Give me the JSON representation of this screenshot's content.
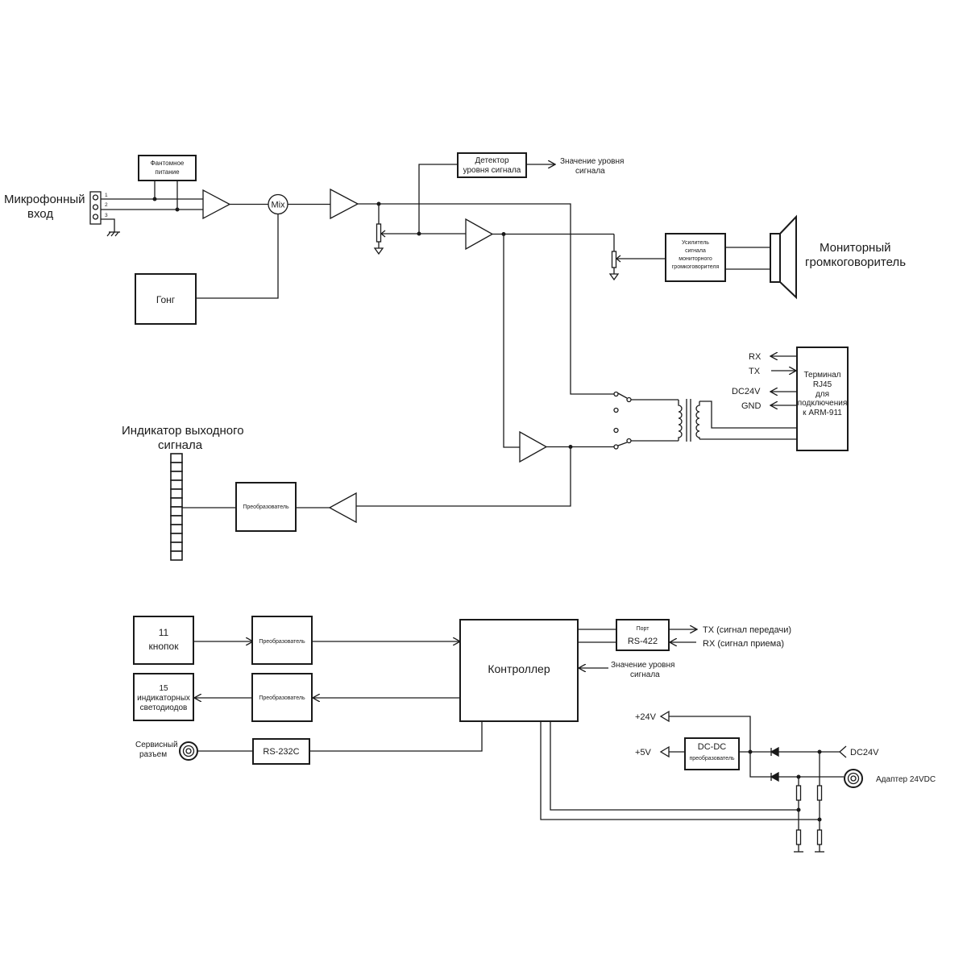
{
  "input": {
    "mic_label_1": "Микрофонный",
    "mic_label_2": "вход",
    "pin_1": "1",
    "pin_2": "2",
    "pin_3": "3",
    "phantom_1": "Фантомное",
    "phantom_2": "питание",
    "mix": "Mix",
    "gong": "Гонг"
  },
  "detector": {
    "line_1": "Детектор",
    "line_2": "уровня сигнала",
    "out_1": "Значение уровня",
    "out_2": "сигнала"
  },
  "monitor": {
    "amp_1": "Усилитель",
    "amp_2": "сигнала",
    "amp_3": "мониторного",
    "amp_4": "громкоговорителя",
    "speaker_1": "Мониторный",
    "speaker_2": "громкоговоритель"
  },
  "terminal": {
    "rx": "RX",
    "tx": "TX",
    "dc24v": "DC24V",
    "gnd": "GND",
    "line_1": "Терминал",
    "line_2": "RJ45",
    "line_3": "для",
    "line_4": "подключения",
    "line_5": "к ARM-911"
  },
  "indicator": {
    "title_1": "Индикатор выходного",
    "title_2": "сигнала",
    "converter": "Преобразователь"
  },
  "controller": {
    "title": "Контроллер",
    "buttons_1": "11",
    "buttons_2": "кнопок",
    "converter_in": "Преобразователь",
    "leds_1": "15",
    "leds_2": "индикаторных",
    "leds_3": "светодиодов",
    "converter_out": "Преобразователь",
    "service_1": "Сервисный",
    "service_2": "разъем",
    "rs232": "RS-232C",
    "port_1": "Порт",
    "port_2": "RS-422",
    "tx_out": "TX (сигнал передачи)",
    "rx_in": "RX (сигнал приема)",
    "level_1": "Значение уровня",
    "level_2": "сигнала"
  },
  "power": {
    "v24": "+24V",
    "v5": "+5V",
    "dcdc_1": "DC-DC",
    "dcdc_2": "преобразователь",
    "dc24v": "DC24V",
    "adapter": "Адаптер  24VDC"
  }
}
